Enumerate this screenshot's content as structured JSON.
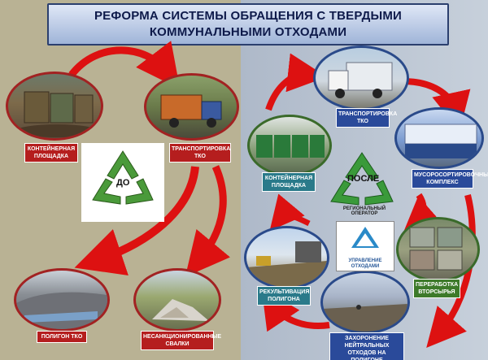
{
  "title": {
    "line1": "РЕФОРМА СИСТЕМЫ ОБРАЩЕНИЯ С ТВЕРДЫМИ",
    "line2": "КОММУНАЛЬНЫМИ ОТХОДАМИ"
  },
  "before": {
    "recycle_label": "ДО",
    "container_label": "КОНТЕЙНЕРНАЯ ПЛОЩАДКА",
    "transport_label": "ТРАНСПОРТИРОВКА ТКО",
    "landfill_label": "ПОЛИГОН ТКО",
    "dump_label": "НЕСАНКЦИОНИРОВАННЫЕ СВАЛКИ"
  },
  "after": {
    "recycle_label": "ПОСЛЕ",
    "transport_label": "ТРАНСПОРТИРОВКА ТКО",
    "container_label": "КОНТЕЙНЕРНАЯ ПЛОЩАДКА",
    "sorting_label": "МУСОРОСОРТИРОВОЧНЫЙ КОМПЛЕКС",
    "operator_label": "РЕГИОНАЛЬНЫЙ ОПЕРАТОР",
    "operator_logo_text": "УПРАВЛЕНИЕ ОТХОДАМИ",
    "recultivation_label": "РЕКУЛЬТИВАЦИЯ ПОЛИГОНА",
    "recycling_label": "ПЕРЕРАБОТКА ВТОРСЫРЬЯ",
    "burial_label": "ЗАХОРОНЕНИЕ НЕЙТРАЛЬНЫХ ОТХОДОВ НА ПОЛИГОНЕ"
  }
}
